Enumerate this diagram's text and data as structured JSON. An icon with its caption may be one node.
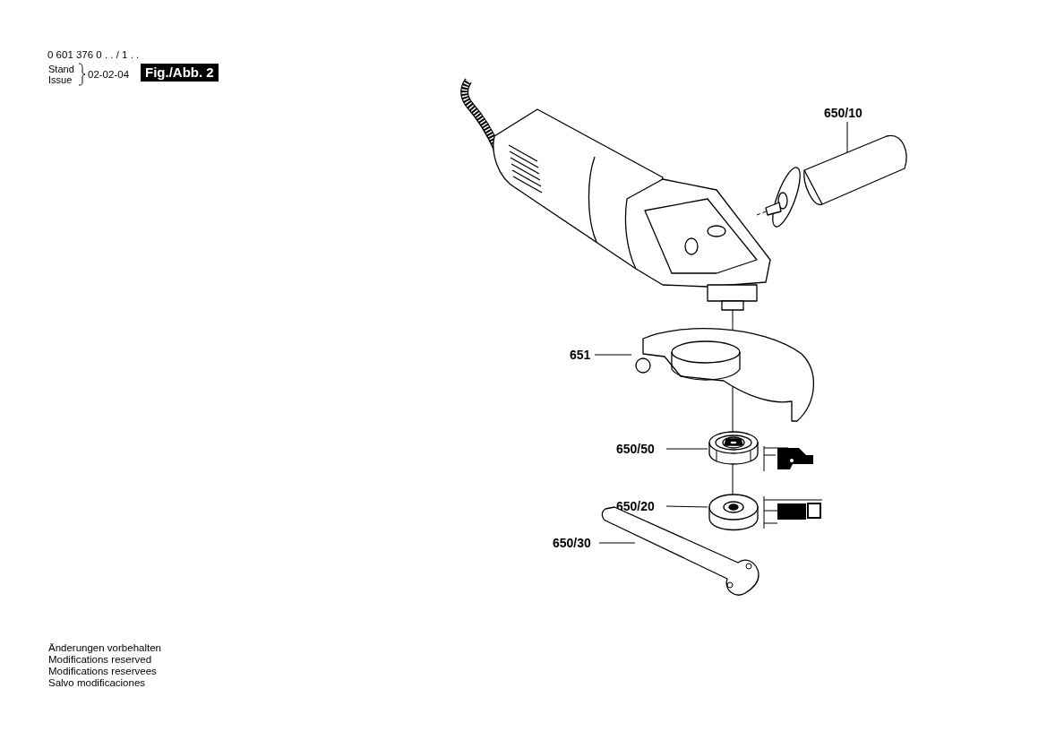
{
  "diagram": {
    "nodes": [
      {
        "text": [
          "650/10"
        ]
      },
      {
        "text": [
          "651"
        ]
      },
      {
        "text": [
          "650/50"
        ]
      },
      {
        "text": [
          "650/20"
        ]
      },
      {
        "text": [
          "650/30"
        ]
      },
      {
        "text": [],
        "shape": "picture"
      },
      {
        "text": [],
        "shape": "picture"
      },
      {
        "text": [],
        "shape": "picture"
      },
      {
        "text": [],
        "shape": "picture"
      },
      {
        "text": [],
        "shape": "picture"
      }
    ],
    "edges": [
      {
        "from": 0,
        "to": 5,
        "arrow": "none"
      },
      {
        "from": 1,
        "to": 6,
        "arrow": "none"
      },
      {
        "from": 2,
        "to": 7,
        "arrow": "none"
      },
      {
        "from": 3,
        "to": 8,
        "arrow": "none"
      },
      {
        "from": 4,
        "to": 9,
        "arrow": "none"
      }
    ],
    "labels": [
      "0 601 376 0 . . / 1 . .",
      "Stand",
      "Issue",
      "02-02-04",
      "Fig./Abb. 2",
      "Änderungen vorbehalten",
      "Modifications reserved",
      "Modifications reservees",
      "Salvo modificaciones"
    ]
  }
}
